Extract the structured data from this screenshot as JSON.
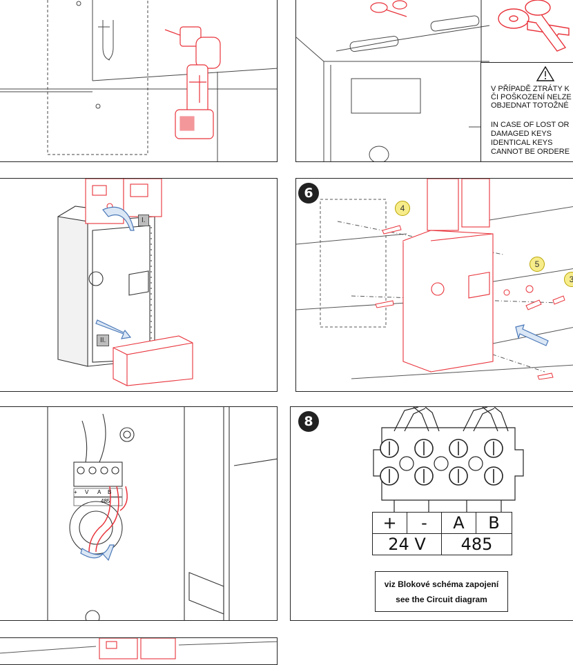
{
  "steps": {
    "step6": "6",
    "step8": "8"
  },
  "callouts": {
    "c4": "4",
    "c5": "5",
    "c3": "3"
  },
  "roman_labels": {
    "first": "I.",
    "second": "II."
  },
  "key_warning": {
    "cz_line1": "V PŘÍPADĚ ZTRÁTY K",
    "cz_line2": "ČI POŠKOZENÍ NELZE",
    "cz_line3": "OBJEDNAT TOTOŽNÉ",
    "en_line1": "IN CASE OF LOST OR",
    "en_line2": "DAMAGED KEYS",
    "en_line3": "IDENTICAL KEYS",
    "en_line4": "CANNOT BE ORDERE"
  },
  "terminal": {
    "plus": "+",
    "minus": "-",
    "a": "A",
    "b": "B",
    "power": "24 V",
    "bus": "485"
  },
  "panel7_labels": {
    "plus": "+",
    "v": "V",
    "a": "A",
    "b": "B",
    "bus": "485"
  },
  "diagram_reference": {
    "cz": "viz Blokové schéma zapojení",
    "en": "see the Circuit diagram"
  },
  "colors": {
    "accent_red": "#e8323a",
    "line": "#222222",
    "arrow_blue": "#4a78b8",
    "callout_yellow": "#f7ec8a"
  }
}
